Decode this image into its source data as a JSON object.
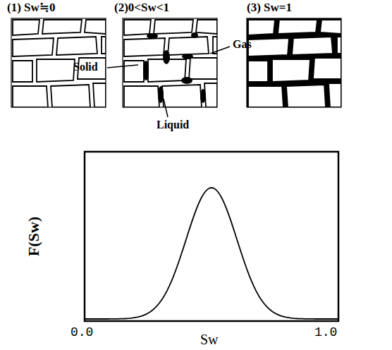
{
  "diagram": {
    "labels": [
      "(1) Sw≒0",
      "(2)0<Sw<1",
      "(3) Sw=1",
      "Gas",
      "Solid",
      "Liquid",
      "F(Sw)",
      "0.0",
      "1.0",
      "Sw"
    ]
  }
}
